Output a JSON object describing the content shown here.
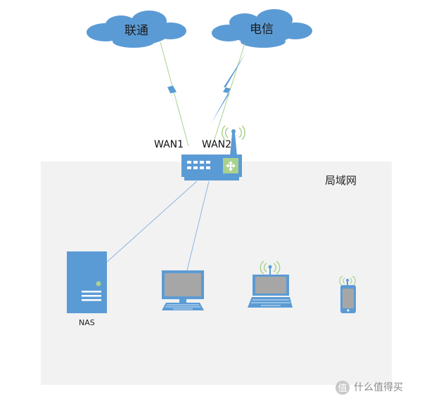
{
  "isps": [
    {
      "name": "联通"
    },
    {
      "name": "电信"
    }
  ],
  "router": {
    "ports": [
      {
        "label": "WAN1"
      },
      {
        "label": "WAN2"
      }
    ]
  },
  "lan": {
    "label": "局域网",
    "devices": [
      {
        "type": "nas-server",
        "label": "NAS"
      },
      {
        "type": "desktop-computer",
        "label": ""
      },
      {
        "type": "laptop",
        "label": ""
      },
      {
        "type": "mobile-phone",
        "label": ""
      }
    ]
  },
  "watermark": {
    "text": "什么值得买"
  },
  "colors": {
    "cloud": "#5b9bd5",
    "device": "#5b9bd5",
    "lan_area": "#f2f2f2",
    "link_line": "#8eb4e3",
    "wan_line": "#a9d18e",
    "screen": "#a6a6a6",
    "router_panel": "#a9d18e"
  }
}
